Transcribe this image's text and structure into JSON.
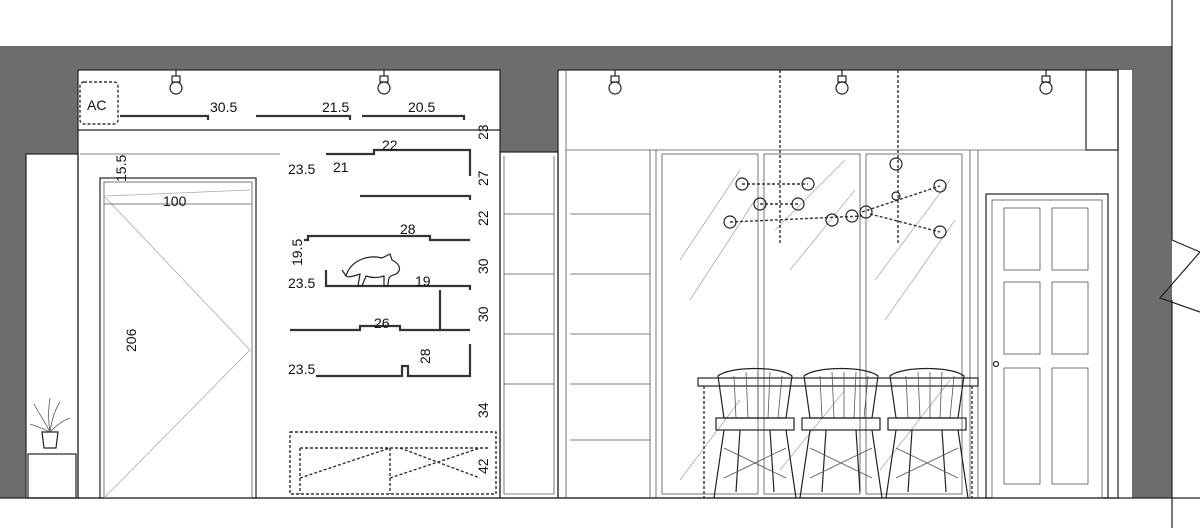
{
  "labels": {
    "ac": "AC",
    "d_30_5": "30.5",
    "d_21_5": "21.5",
    "d_20_5": "20.5",
    "d_23_right": "23",
    "d_22_top": "22",
    "d_23_5_a": "23.5",
    "d_21": "21",
    "d_27": "27",
    "d_15_5": "15.5",
    "d_100": "100",
    "d_22_right": "22",
    "d_28_a": "28",
    "d_19_5": "19.5",
    "d_30_a": "30",
    "d_23_5_b": "23.5",
    "d_19": "19",
    "d_26": "26",
    "d_30_b": "30",
    "d_206": "206",
    "d_28_b": "28",
    "d_23_5_c": "23.5",
    "d_34": "34",
    "d_42": "42"
  },
  "colors": {
    "wall": "#6d6d6d",
    "line": "#222222"
  }
}
